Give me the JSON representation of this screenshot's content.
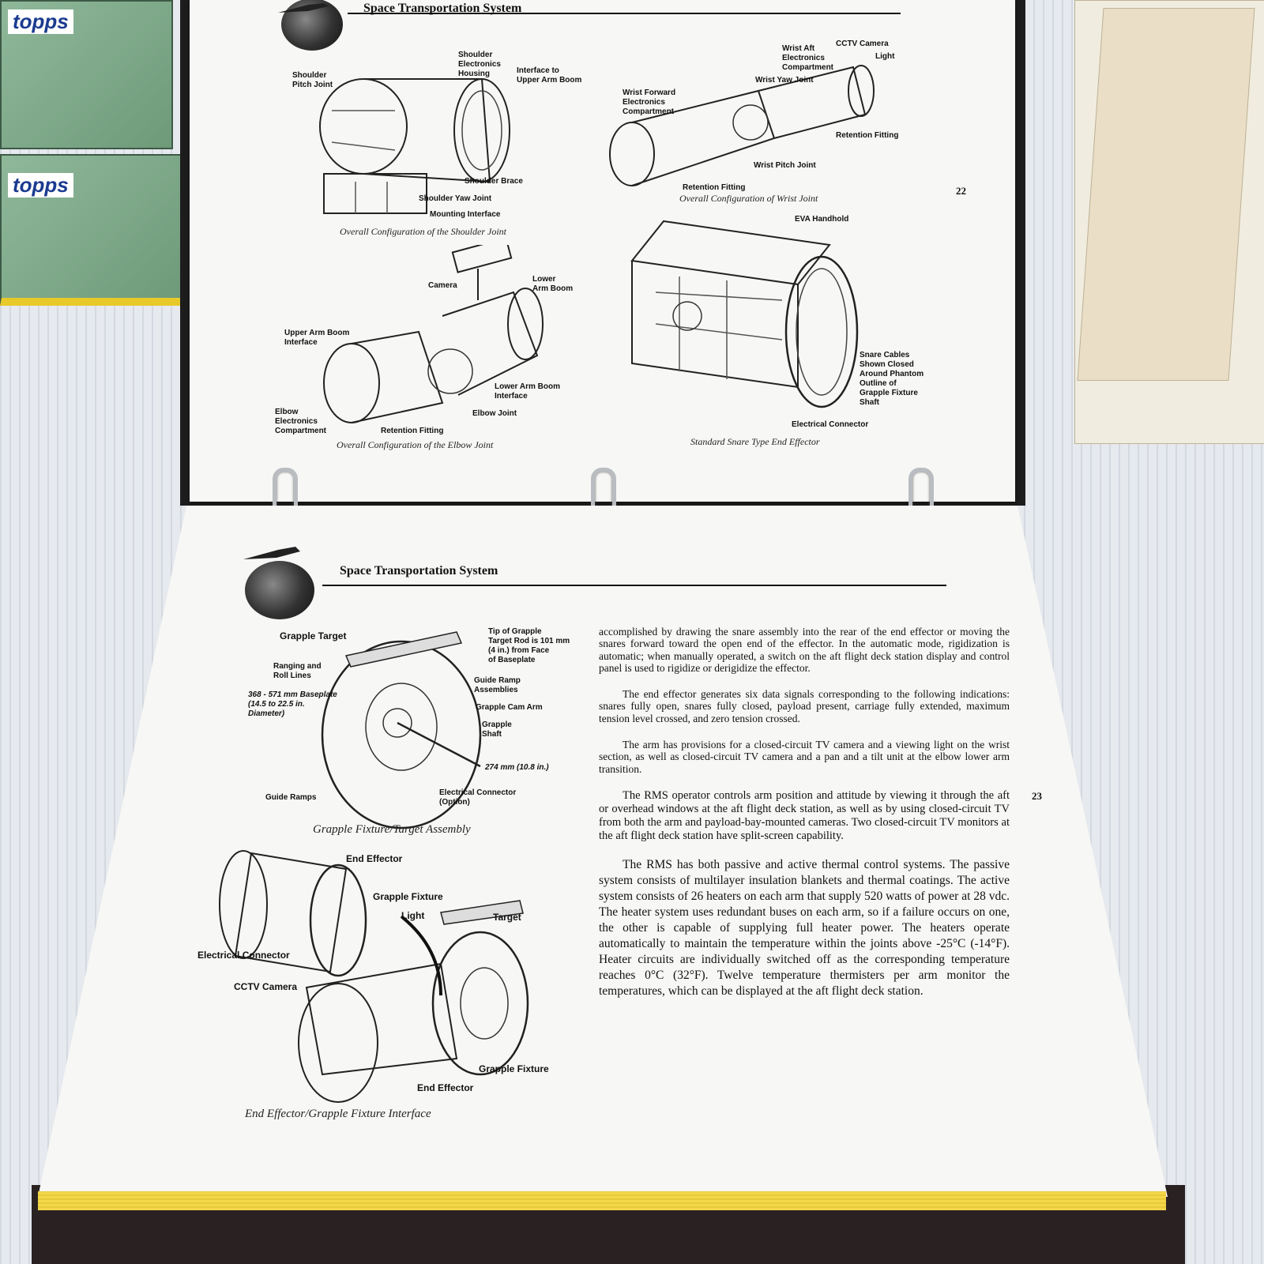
{
  "boxes": {
    "brand": "topps"
  },
  "top_page": {
    "header": "Space Transportation System",
    "page_number": "22",
    "figures": [
      {
        "caption": "Overall Configuration of the Shoulder Joint",
        "labels": [
          "Shoulder\nPitch Joint",
          "Shoulder\nElectronics\nHousing",
          "Interface to\nUpper Arm Boom",
          "Shoulder Brace",
          "Shoulder Yaw Joint",
          "Mounting Interface"
        ]
      },
      {
        "caption": "Overall Configuration of Wrist Joint",
        "labels": [
          "Wrist Aft\nElectronics\nCompartment",
          "CCTV Camera",
          "Light",
          "Wrist Yaw Joint",
          "Wrist Forward\nElectronics\nCompartment",
          "Retention Fitting",
          "Wrist Pitch Joint",
          "Retention Fitting"
        ]
      },
      {
        "caption": "Overall Configuration of the Elbow Joint",
        "labels": [
          "Camera",
          "Lower\nArm Boom",
          "Upper Arm Boom\nInterface",
          "Lower Arm Boom\nInterface",
          "Elbow Joint",
          "Elbow\nElectronics\nCompartment",
          "Retention Fitting"
        ]
      },
      {
        "caption": "Standard Snare Type End Effector",
        "labels": [
          "EVA Handhold",
          "Snare Cables\nShown Closed\nAround Phantom\nOutline of\nGrapple Fixture\nShaft",
          "Electrical Connector"
        ]
      }
    ]
  },
  "bottom_page": {
    "header": "Space Transportation System",
    "page_number": "23",
    "figures": [
      {
        "caption": "Grapple Fixture/Target Assembly",
        "labels": [
          "Grapple Target",
          "Tip of Grapple\nTarget Rod is 101 mm\n(4 in.) from Face\nof Baseplate",
          "Ranging and\nRoll Lines",
          "Guide Ramp\nAssemblies",
          "368 - 571 mm Baseplate\n(14.5 to 22.5 in.\nDiameter)",
          "Grapple Cam Arm",
          "Grapple\nShaft",
          "274 mm (10.8 in.)",
          "Guide Ramps",
          "Electrical Connector\n(Option)"
        ]
      },
      {
        "caption": "End Effector/Grapple Fixture Interface",
        "labels": [
          "End Effector",
          "Grapple Fixture",
          "Light",
          "Target",
          "Electrical Connector",
          "CCTV Camera",
          "Grapple Fixture",
          "End Effector"
        ]
      }
    ],
    "paragraphs": [
      "accomplished by drawing the snare assembly into the rear of the end effector or moving the snares forward toward the open end of the effector. In the automatic mode, rigidization is automatic; when manually operated, a switch on the aft flight deck station display and control panel is used to rigidize or derigidize the effector.",
      "The end effector generates six data signals corresponding to the following indications: snares fully open, snares fully closed, payload present, carriage fully extended, maximum tension level crossed, and zero tension crossed.",
      "The arm has provisions for a closed-circuit TV camera and a viewing light on the wrist section, as well as closed-circuit TV camera and a pan and a tilt unit at the elbow lower arm transition.",
      "The RMS operator controls arm position and attitude by viewing it through the aft or overhead windows at the aft flight deck station, as well as by using closed-circuit TV from both the arm and payload-bay-mounted cameras. Two closed-circuit TV monitors at the aft flight deck station have split-screen capability.",
      "The RMS has both passive and active thermal control systems. The passive system consists of multilayer insulation blankets and thermal coatings. The active system consists of 26 heaters on each arm that supply 520 watts of power at 28 vdc. The heater system uses redundant buses on each arm, so if a failure occurs on one, the other is capable of supplying full heater power. The heaters operate automatically to maintain the temperature within the joints above -25°C (-14°F). Heater circuits are individually switched off as the corresponding temperature reaches 0°C (32°F). Twelve temperature thermisters per arm monitor the temperatures, which can be displayed at the aft flight deck station."
    ]
  }
}
